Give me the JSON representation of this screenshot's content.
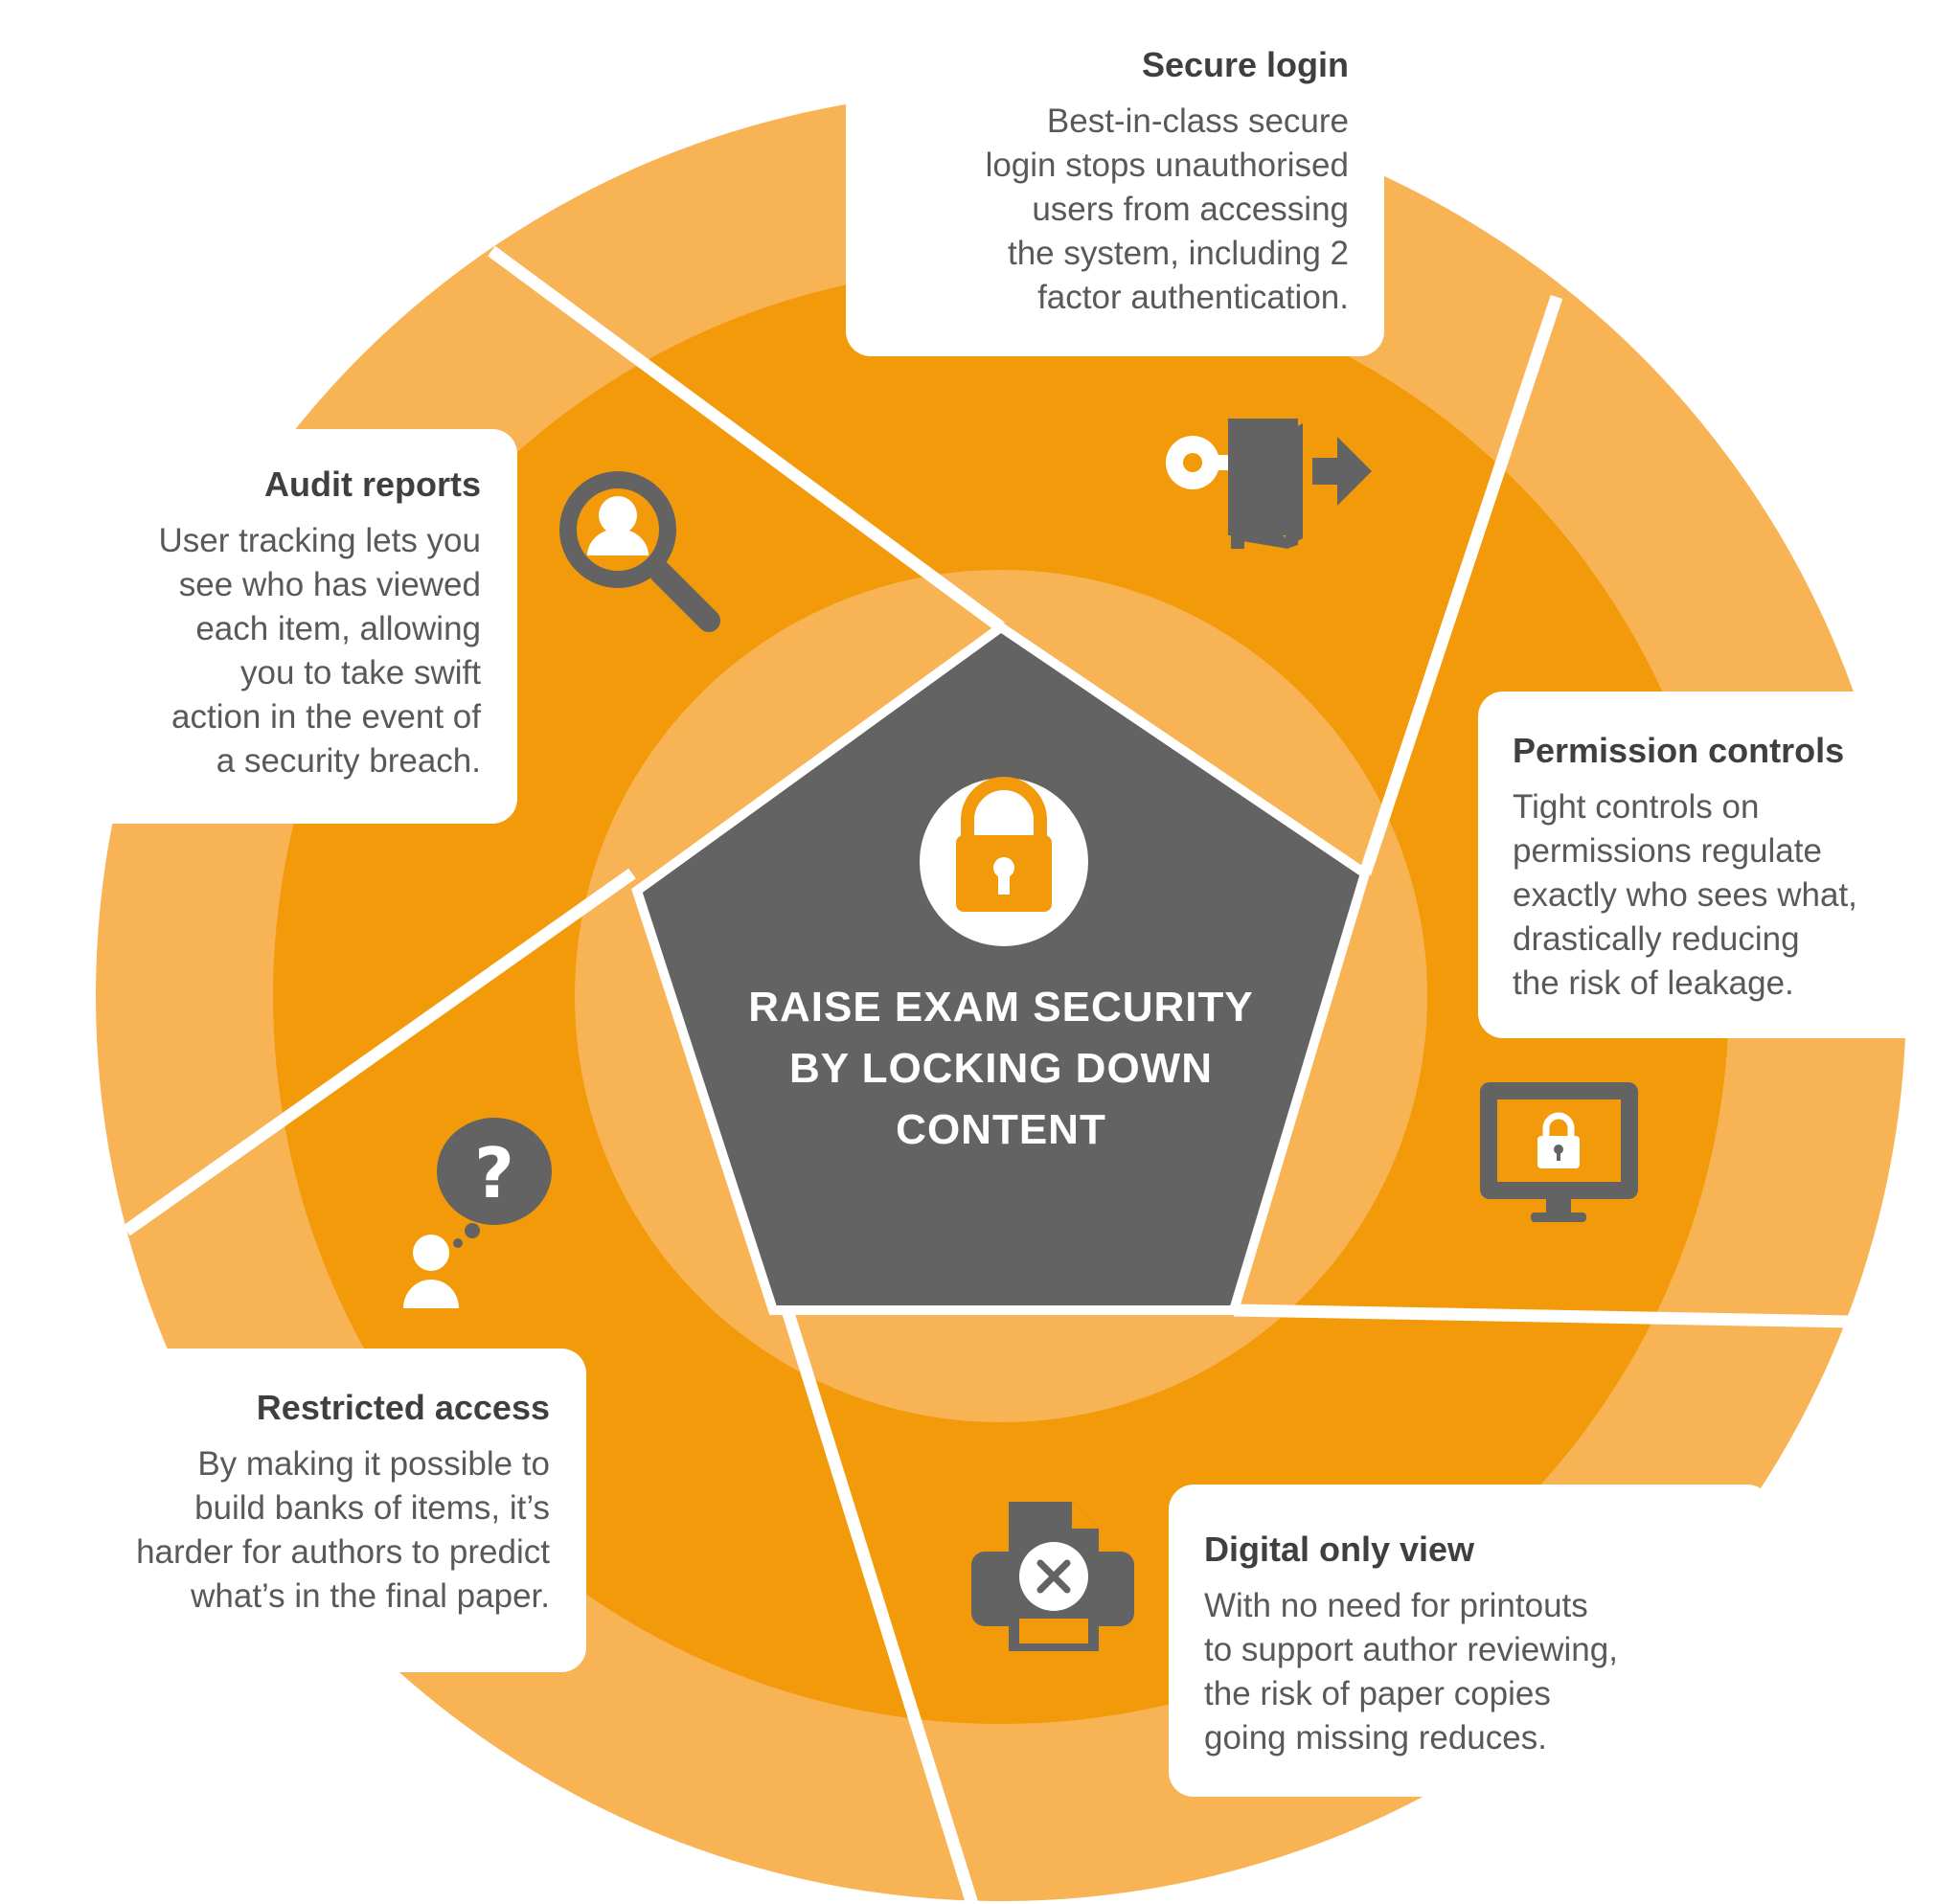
{
  "center": {
    "lines": [
      "RAISE EXAM SECURITY",
      "BY LOCKING DOWN",
      "CONTENT"
    ],
    "icon": "padlock-icon"
  },
  "features": [
    {
      "id": "secure-login",
      "title": "Secure login",
      "lines": [
        "Best-in-class secure",
        "login stops unauthorised",
        "users from accessing",
        "the system, including 2",
        "factor authentication."
      ],
      "icon": "key-door-icon"
    },
    {
      "id": "permission-controls",
      "title": "Permission controls",
      "lines": [
        "Tight controls on",
        "permissions regulate",
        "exactly who sees what,",
        "drastically reducing",
        "the risk of leakage."
      ],
      "icon": "locked-monitor-icon"
    },
    {
      "id": "digital-only-view",
      "title": "Digital only view",
      "lines": [
        "With no need for printouts",
        "to support author reviewing,",
        "the risk of paper copies",
        "going missing reduces."
      ],
      "icon": "no-print-icon"
    },
    {
      "id": "restricted-access",
      "title": "Restricted access",
      "lines": [
        "By making it possible to",
        "build banks of items, it’s",
        "harder for authors to predict",
        "what’s in the final paper."
      ],
      "icon": "user-question-icon"
    },
    {
      "id": "audit-reports",
      "title": "Audit reports",
      "lines": [
        "User tracking lets you",
        "see who has viewed",
        "each item, allowing",
        "you to take swift",
        "action in the event of",
        "a security breach."
      ],
      "icon": "user-search-icon"
    }
  ],
  "colors": {
    "outer_ring": "#f8b454",
    "mid_ring": "#f39a0a",
    "inner_disc": "#f8b454",
    "pentagon": "#636363",
    "icon_gray": "#636363",
    "card": "#ffffff",
    "text": "#58595b"
  }
}
